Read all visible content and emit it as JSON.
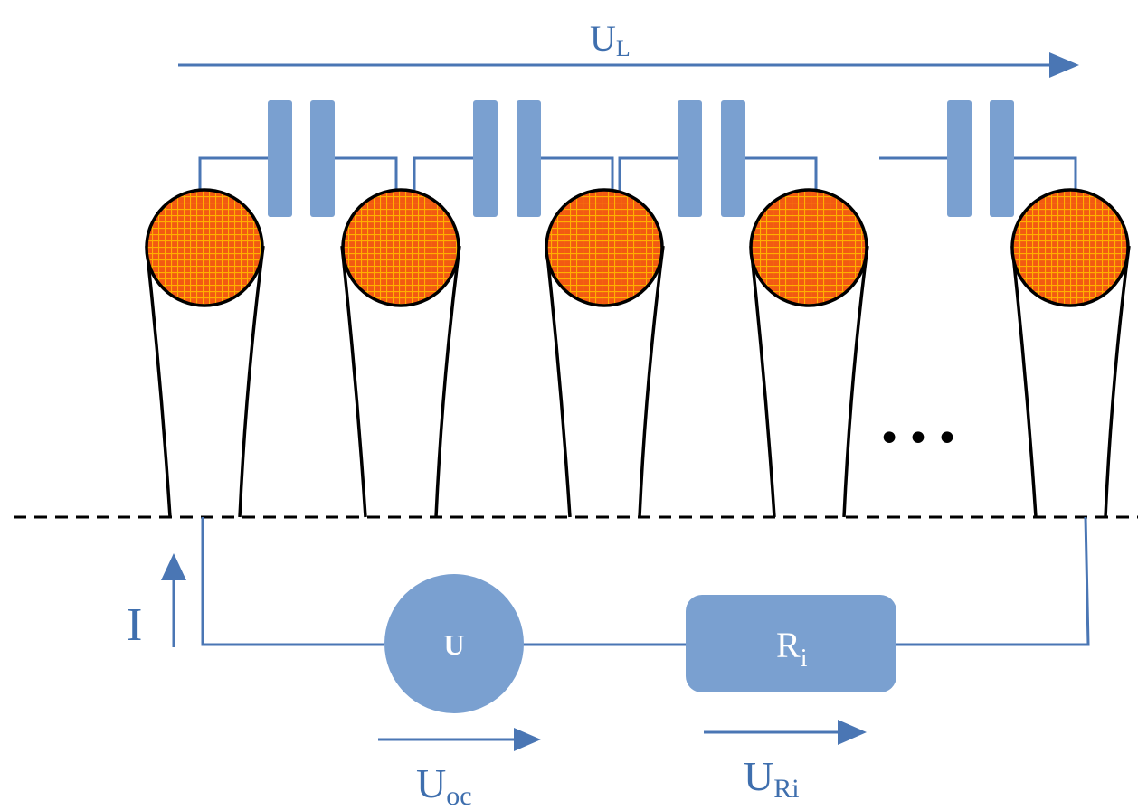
{
  "labels": {
    "ul_main": "U",
    "ul_sub": "L",
    "current": "I",
    "source": "U",
    "ri_main": "R",
    "ri_sub": "i",
    "uoc_main": "U",
    "uoc_sub": "oc",
    "uri_main": "U",
    "uri_sub": "Ri"
  },
  "ellipsis": "•••",
  "colors": {
    "line": "#4a76b4",
    "component": "#7aa0d0",
    "component_dark": "#6f97cc",
    "ball_fill": "#f25a12",
    "ball_grid": "#ffb000",
    "outline": "#000000",
    "text": "#3f6fae"
  },
  "icons": [
    "voltage-source-icon",
    "resistor-icon",
    "capacitor-icon",
    "arrow-icon"
  ]
}
